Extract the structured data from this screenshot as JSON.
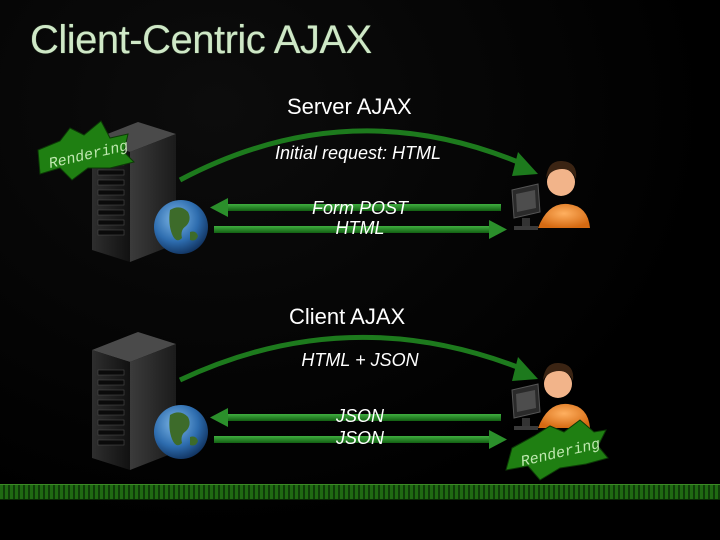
{
  "slide": {
    "title": "Client-Centric AJAX",
    "server_section": {
      "label": "Server AJAX",
      "initial_request": "Initial request:  HTML",
      "left_arrow_label": "Form POST",
      "right_arrow_label": "HTML",
      "badge": "Rendering"
    },
    "client_section": {
      "label": "Client AJAX",
      "initial_request": "HTML + JSON",
      "left_arrow_label": "JSON",
      "right_arrow_label": "JSON",
      "badge": "Rendering"
    }
  },
  "colors": {
    "title": "#cfe8c7",
    "arrow_green": "#1d7a1d",
    "badge_green": "#1f7f12",
    "footer_green": "#1f6a12"
  },
  "icons": [
    "server-rack-icon",
    "globe-icon",
    "user-at-computer-icon",
    "rendering-starburst-icon"
  ]
}
